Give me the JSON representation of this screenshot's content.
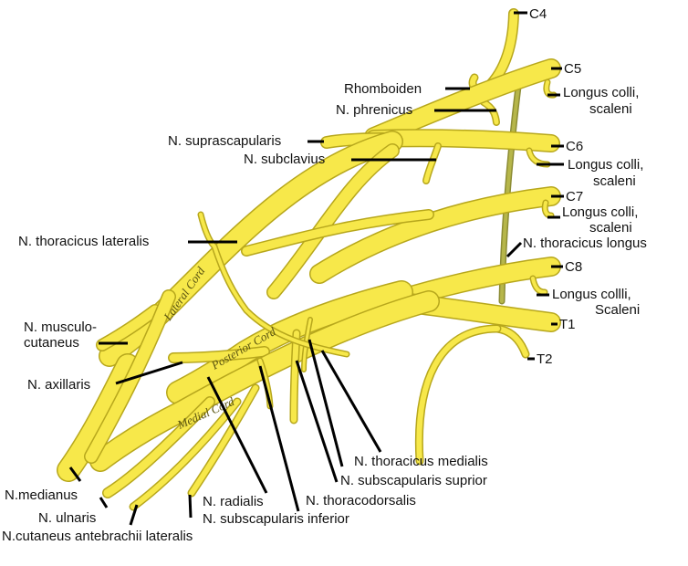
{
  "colors": {
    "nerve": "#f7e84a",
    "nerve_edge": "#b7a71c",
    "sympathetic": "#b6b64a",
    "leader": "#000000",
    "background": "#ffffff"
  },
  "roots": {
    "c4": "C4",
    "c5": "C5",
    "c6": "C6",
    "c7": "C7",
    "c8": "C8",
    "t1": "T1",
    "t2": "T2"
  },
  "cords": {
    "lateral": "Lateral Cord",
    "posterior": "Posterior Cord",
    "medial": "Medial Cord"
  },
  "labels": {
    "rhomboiden": "Rhomboiden",
    "n_phrenicus": "N. phrenicus",
    "n_suprascapularis": "N. suprascapularis",
    "n_subclavius": "N. subclavius",
    "longus_c5_line1": "Longus colli,",
    "longus_c5_line2": "scaleni",
    "longus_c6_line1": "Longus colli,",
    "longus_c6_line2": "scaleni",
    "longus_c7_line1": "Longus colli,",
    "longus_c7_line2": "scaleni",
    "n_thoracicus_longus": "N. thoracicus longus",
    "longus_c8_line1": "Longus collli,",
    "longus_c8_line2": "Scaleni",
    "n_thoracicus_lateralis": "N. thoracicus lateralis",
    "n_musculocutaneus_line1": "N. musculo-",
    "n_musculocutaneus_line2": "cutaneus",
    "n_axillaris": "N. axillaris",
    "n_medianus": "N.medianus",
    "n_ulnaris": "N. ulnaris",
    "n_cutaneus_antebrachii": "N.cutaneus antebrachii lateralis",
    "n_radialis": "N. radialis",
    "n_subscapularis_inferior": "N. subscapularis inferior",
    "n_thoracodorsalis": "N. thoracodorsalis",
    "n_subscapularis_suprior": "N. subscapularis suprior",
    "n_thoracicus_medialis": "N. thoracicus medialis"
  }
}
